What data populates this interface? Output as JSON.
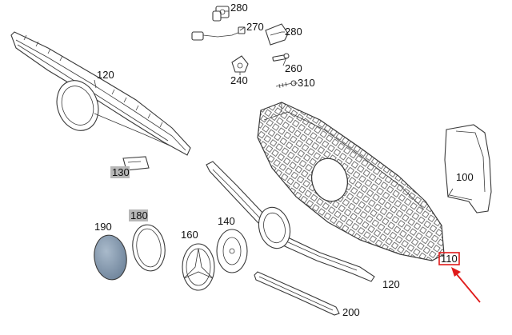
{
  "callouts": {
    "c280a": "280",
    "c270": "270",
    "c280b": "280",
    "c260": "260",
    "c240": "240",
    "c310": "310",
    "c120a": "120",
    "c130": "130",
    "c100": "100",
    "c190": "190",
    "c180": "180",
    "c160": "160",
    "c140": "140",
    "c110": "110",
    "c120b": "120",
    "c200": "200"
  },
  "colors": {
    "line": "#3a3a3a",
    "label_box_fill": "#b7b7b7",
    "badge_fill": "#8a9db2",
    "highlight": "#e01b1b"
  }
}
